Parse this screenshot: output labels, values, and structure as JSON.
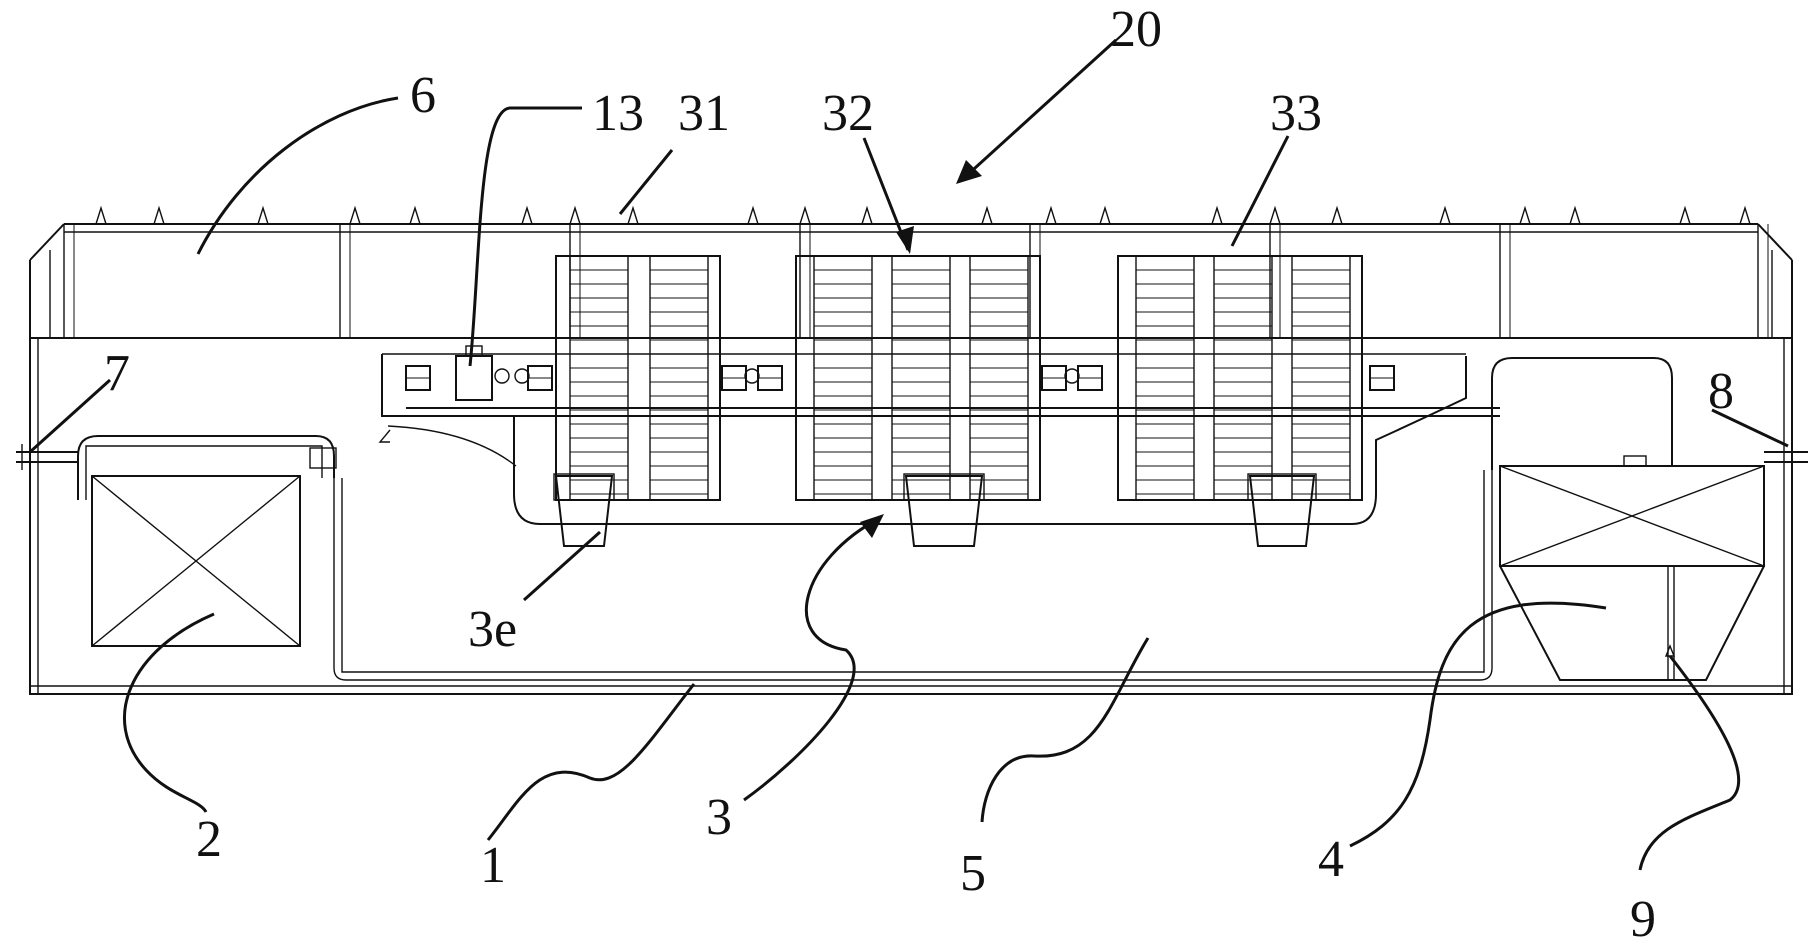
{
  "labels": {
    "l20": "20",
    "l6": "6",
    "l13": "13",
    "l31": "31",
    "l32": "32",
    "l33": "33",
    "l7": "7",
    "l8": "8",
    "l3e": "3e",
    "l2": "2",
    "l1": "1",
    "l3": "3",
    "l5": "5",
    "l4": "4",
    "l9": "9"
  }
}
